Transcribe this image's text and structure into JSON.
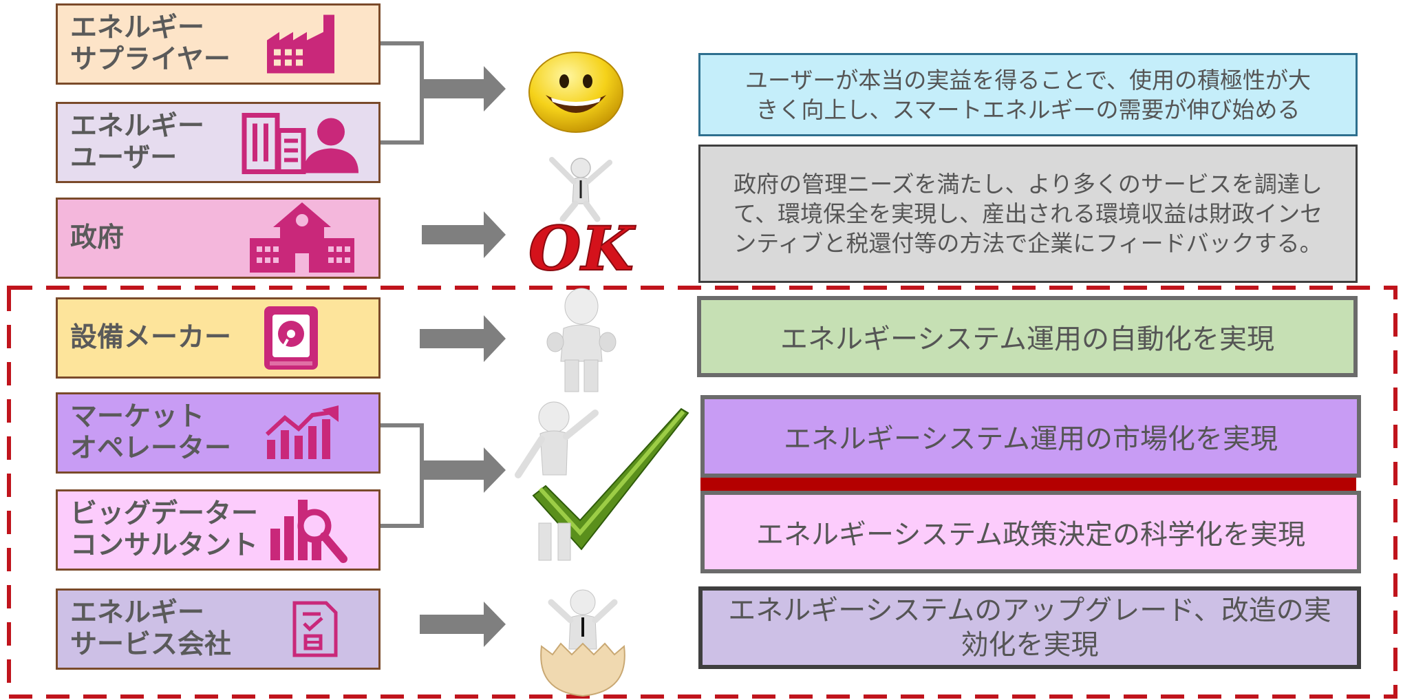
{
  "colors": {
    "supplier": "#fde4c8",
    "user": "#e6dcef",
    "government": "#f4b7dc",
    "manufacturer": "#fde49b",
    "operator": "#c89cf4",
    "consultant": "#fcccfc",
    "service": "#cdc0e6",
    "icon": "#c9287a",
    "dash": "#c0141c",
    "arrow": "#7f7f7f"
  },
  "stakeholders": [
    {
      "label": "エネルギー\nサプライヤー",
      "icon": "factory-icon"
    },
    {
      "label": "エネルギー\nユーザー",
      "icon": "building-person-icon"
    },
    {
      "label": "政府",
      "icon": "school-icon"
    },
    {
      "label": "設備メーカー",
      "icon": "hard-disk-icon"
    },
    {
      "label": "マーケット\nオペレーター",
      "icon": "growth-chart-icon"
    },
    {
      "label": "ビッグデーター\nコンサルタント",
      "icon": "analytics-magnifier-icon"
    },
    {
      "label": "エネルギー\nサービス会社",
      "icon": "document-check-icon"
    }
  ],
  "illustrations": [
    {
      "icon": "smiley-face-icon"
    },
    {
      "icon": "ok-jumping-figure-icon",
      "text": "OK"
    },
    {
      "icon": "thumbs-up-figure-icon"
    },
    {
      "icon": "checkmark-figure-icon"
    },
    {
      "icon": "egg-hatching-figure-icon"
    }
  ],
  "results": [
    {
      "text": "ユーザーが本当の実益を得ることで、使用の積極性が大\nきく向上し、スマートエネルギーの需要が伸び始める",
      "bg": "#c5eefa",
      "border": "#2e6f8e"
    },
    {
      "text": "政府の管理ニーズを満たし、より多くのサービスを調達し\nて、環境保全を実現し、産出される環境収益は財政インセ\nンティブと税還付等の方法で企業にフィードバックする。",
      "bg": "#d9d9d9",
      "border": "#3f3f3f"
    },
    {
      "text": "エネルギーシステム運用の自動化を実現",
      "bg": "#c6e0b4",
      "border": "#6b6b6b"
    },
    {
      "text": "エネルギーシステム運用の市場化を実現",
      "bg": "#c89cf4",
      "border": "#6b6b6b"
    },
    {
      "text": "エネルギーシステム政策決定の科学化を実現",
      "bg": "#fcccfc",
      "border": "#6b6b6b"
    },
    {
      "text": "エネルギーシステムのアップグレード、改造の実\n効化を実現",
      "bg": "#cdc0e6",
      "border": "#3f3f3f"
    }
  ]
}
